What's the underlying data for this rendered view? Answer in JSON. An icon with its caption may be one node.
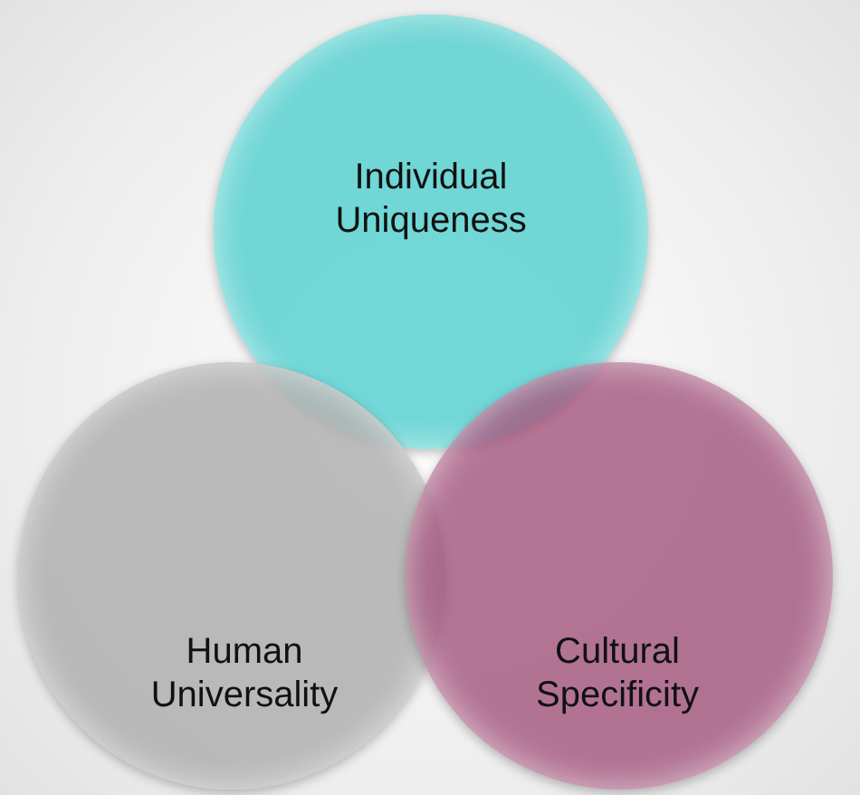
{
  "diagram": {
    "nodes": [
      {
        "text": [
          "Individual Uniqueness"
        ]
      },
      {
        "text": [
          "Human Universality"
        ]
      },
      {
        "text": [
          "Cultural Specificity"
        ]
      }
    ]
  }
}
